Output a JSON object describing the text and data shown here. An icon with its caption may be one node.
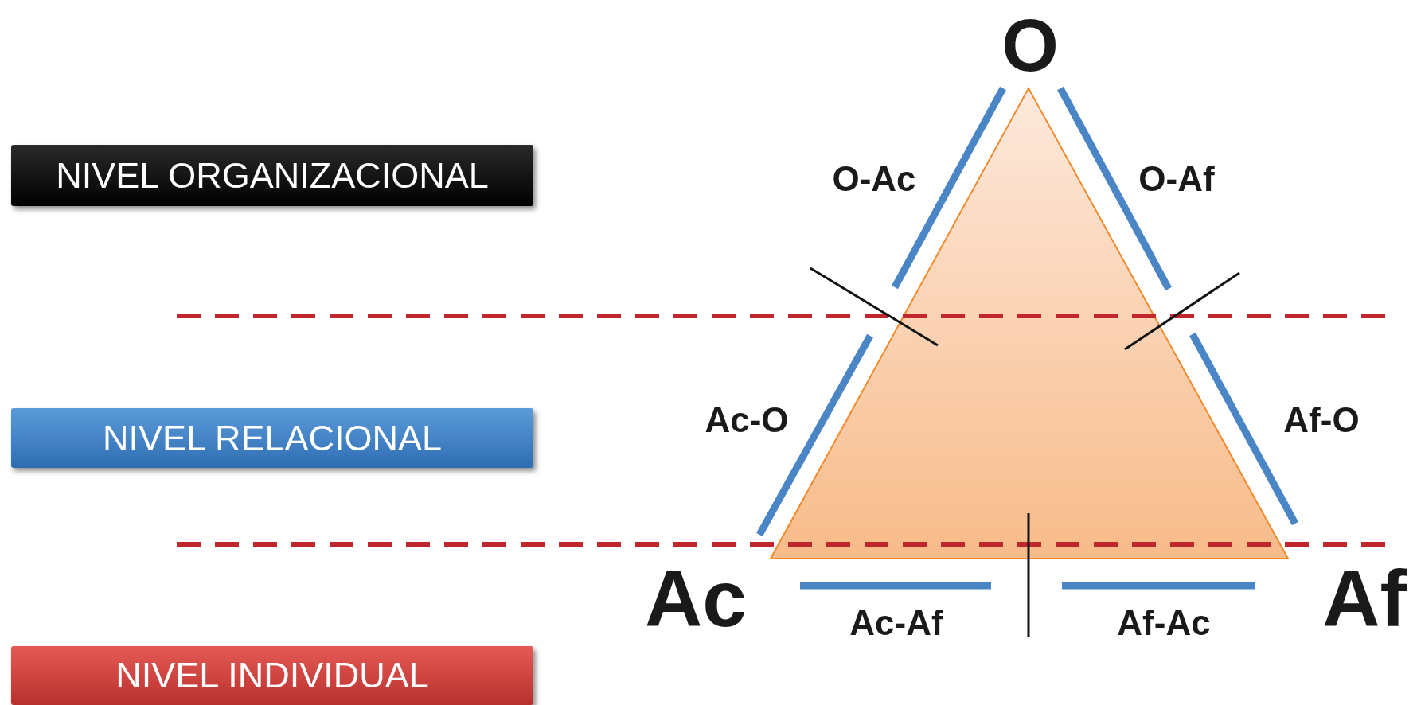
{
  "diagram": {
    "nodes": [
      {
        "text": [
          "NIVEL ORGANIZACIONAL"
        ]
      },
      {
        "text": [
          "NIVEL RELACIONAL"
        ]
      },
      {
        "text": [
          "NIVEL INDIVIDUAL"
        ]
      }
    ],
    "labels": [
      "O",
      "O-Ac",
      "O-Af",
      "Ac-O",
      "Af-O",
      "Ac",
      "Af",
      "Ac-Af",
      "Af-Ac"
    ]
  }
}
